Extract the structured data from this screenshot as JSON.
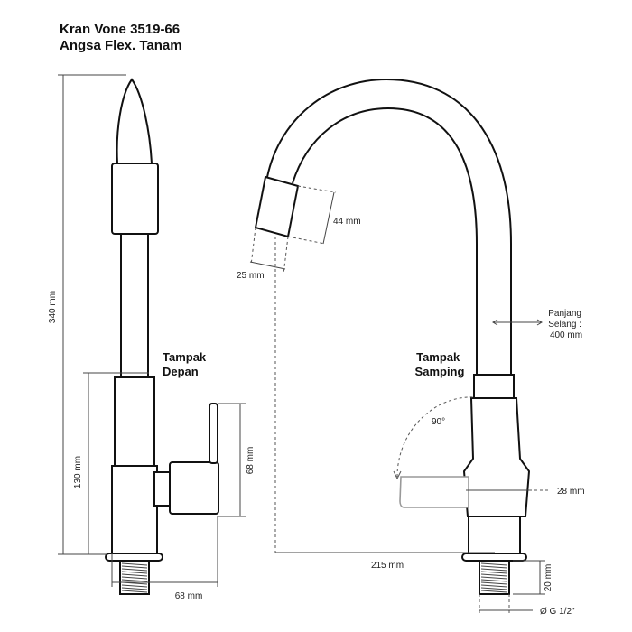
{
  "title": {
    "line1": "Kran Vone 3519-66",
    "line2": "Angsa Flex. Tanam"
  },
  "views": {
    "front": [
      "Tampak",
      "Depan"
    ],
    "side": [
      "Tampak",
      "Samping"
    ]
  },
  "dims": {
    "total_height": "340 mm",
    "body_height": "130 mm",
    "handle_height": "68 mm",
    "base_width": "68 mm",
    "spout_length": "44 mm",
    "spout_width": "25 mm",
    "hose": [
      "Panjang",
      "Selang :",
      "400 mm"
    ],
    "angle": "90°",
    "body_diameter": "28 mm",
    "reach": "215 mm",
    "thread_height": "20 mm",
    "thread": "Ø G 1/2\""
  }
}
